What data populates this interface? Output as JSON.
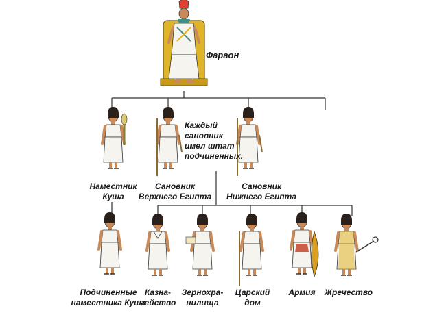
{
  "pharaoh": {
    "label": "Фараон"
  },
  "note": {
    "line1": "Каждый",
    "line2": "сановник",
    "line3": "имел штат",
    "line4": "подчиненных."
  },
  "officials": [
    {
      "line1": "Наместник",
      "line2": "Куша"
    },
    {
      "line1": "Сановник",
      "line2": "Верхнего Египта"
    },
    {
      "line1": "Сановник",
      "line2": "Нижнего Египта"
    }
  ],
  "subordinates": [
    {
      "line1": "Подчиненные",
      "line2": "наместника Куша"
    },
    {
      "line1": "Казна-",
      "line2": "чейство"
    },
    {
      "line1": "Зернохра-",
      "line2": "нилища"
    },
    {
      "line1": "Царский",
      "line2": "дом"
    },
    {
      "line1": "Армия",
      "line2": ""
    },
    {
      "line1": "Жречество",
      "line2": ""
    }
  ],
  "colors": {
    "line": "#333333",
    "robe": "#f6f4ee",
    "skin": "#c98a5a",
    "hair": "#2b211c",
    "gold": "#e0b428",
    "collar": "#3f8f8a"
  }
}
